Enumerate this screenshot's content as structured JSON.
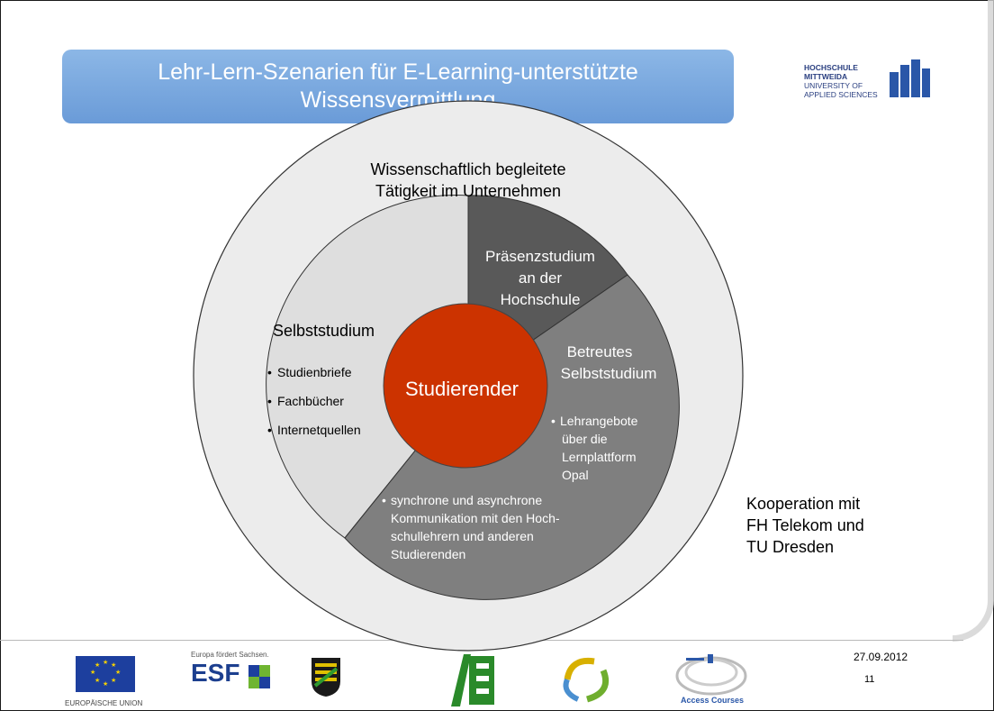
{
  "header": {
    "title_line1": "Lehr-Lern-Szenarien für E-Learning-unterstützte",
    "title_line2": "Wissensvermittlung"
  },
  "logo_hm": {
    "line1": "HOCHSCHULE",
    "line2": "MITTWEIDA",
    "line3": "UNIVERSITY OF",
    "line4": "APPLIED SCIENCES"
  },
  "diagram": {
    "outer_label_1": "Wissenschaftlich begleitete",
    "outer_label_2": "Tätigkeit im Unternehmen",
    "praesenz_1": "Präsenzstudium",
    "praesenz_2": "an der",
    "praesenz_3": "Hochschule",
    "betreut_1": "Betreutes",
    "betreut_2": "Selbststudium",
    "lehr_1": "Lehrangebote",
    "lehr_2": "über die",
    "lehr_3": "Lernplattform",
    "lehr_4": "Opal",
    "selbst_title": "Selbststudium",
    "selbst_items": [
      "Studienbriefe",
      "Fachbücher",
      "Internetquellen"
    ],
    "komm_1": "synchrone und asynchrone",
    "komm_2": "Kommunikation mit den Hoch-",
    "komm_3": "schullehrern und anderen",
    "komm_4": "Studierenden",
    "center": "Studierender"
  },
  "cooperation": {
    "line1": "Kooperation mit",
    "line2": "FH Telekom und",
    "line3": "TU Dresden"
  },
  "footer": {
    "eu_label": "EUROPÄISCHE UNION",
    "esf_top": "Europa fördert Sachsen.",
    "esf_main": "ESF",
    "access_label": "Access Courses",
    "date": "27.09.2012",
    "page": "11"
  },
  "colors": {
    "title_bg": "#7aa8df",
    "outer_ring": "#ececec",
    "selbst": "#dedede",
    "praesenz": "#595959",
    "betreut": "#7f7f7f",
    "center": "#cc3300"
  }
}
